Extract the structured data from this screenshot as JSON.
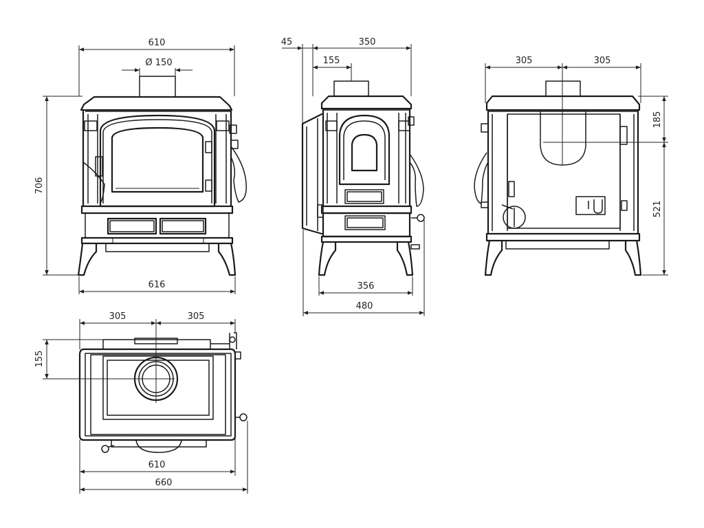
{
  "dimensions": {
    "front_top_width": "610",
    "front_flue_diameter": "Ø 150",
    "front_height": "706",
    "front_base_width": "616",
    "side_offset_back": "45",
    "side_depth_top": "350",
    "side_flue_offset": "155",
    "side_base_depth": "356",
    "side_total_depth": "480",
    "rear_left_half": "305",
    "rear_right_half": "305",
    "rear_top_drop": "185",
    "rear_flue_height": "521",
    "top_left_half": "305",
    "top_right_half": "305",
    "top_flue_offset": "155",
    "top_body_width": "610",
    "top_total_width": "660"
  }
}
